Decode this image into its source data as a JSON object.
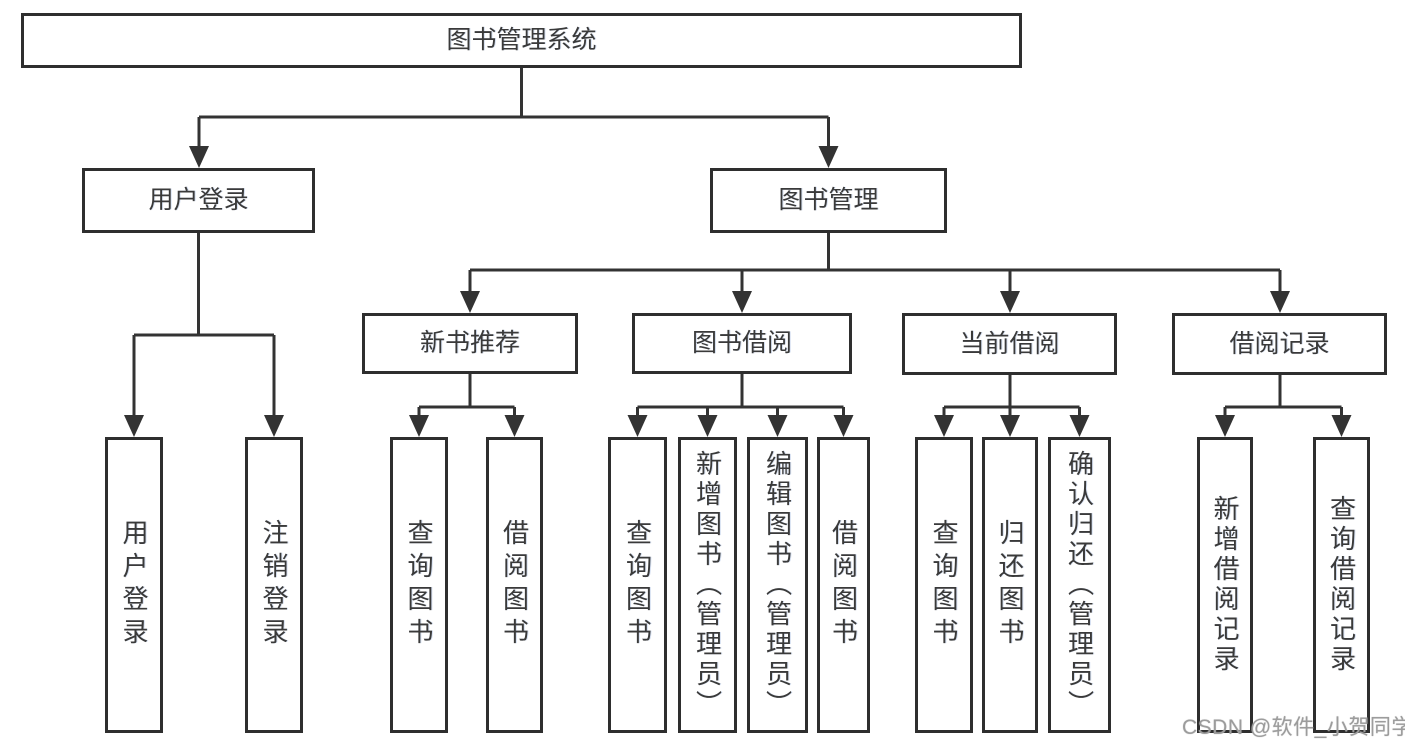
{
  "nodes": {
    "root": "图书管理系统",
    "user_login": "用户登录",
    "book_management": "图书管理",
    "new_book_recommend": "新书推荐",
    "book_borrow": "图书借阅",
    "current_borrow": "当前借阅",
    "borrow_records": "借阅记录",
    "leaf_user_login": "用户登录",
    "leaf_logout_login": "注销登录",
    "leaf_query_books_a": "查询图书",
    "leaf_borrow_books_a": "借阅图书",
    "leaf_query_books_b": "查询图书",
    "leaf_add_books_admin": "新增图书（管理员）",
    "leaf_edit_books_admin": "编辑图书（管理员）",
    "leaf_borrow_books_b": "借阅图书",
    "leaf_query_books_c": "查询图书",
    "leaf_return_books": "归还图书",
    "leaf_confirm_return_admin": "确认归还（管理员）",
    "leaf_add_borrow_record": "新增借阅记录",
    "leaf_query_borrow_record": "查询借阅记录"
  },
  "watermark": "CSDN @软件_小贺同学",
  "colors": {
    "line": "#333333",
    "box_border": "#2e2e2e",
    "text": "#3a3a3a",
    "watermark": "#9c9c9c",
    "background": "#ffffff"
  }
}
